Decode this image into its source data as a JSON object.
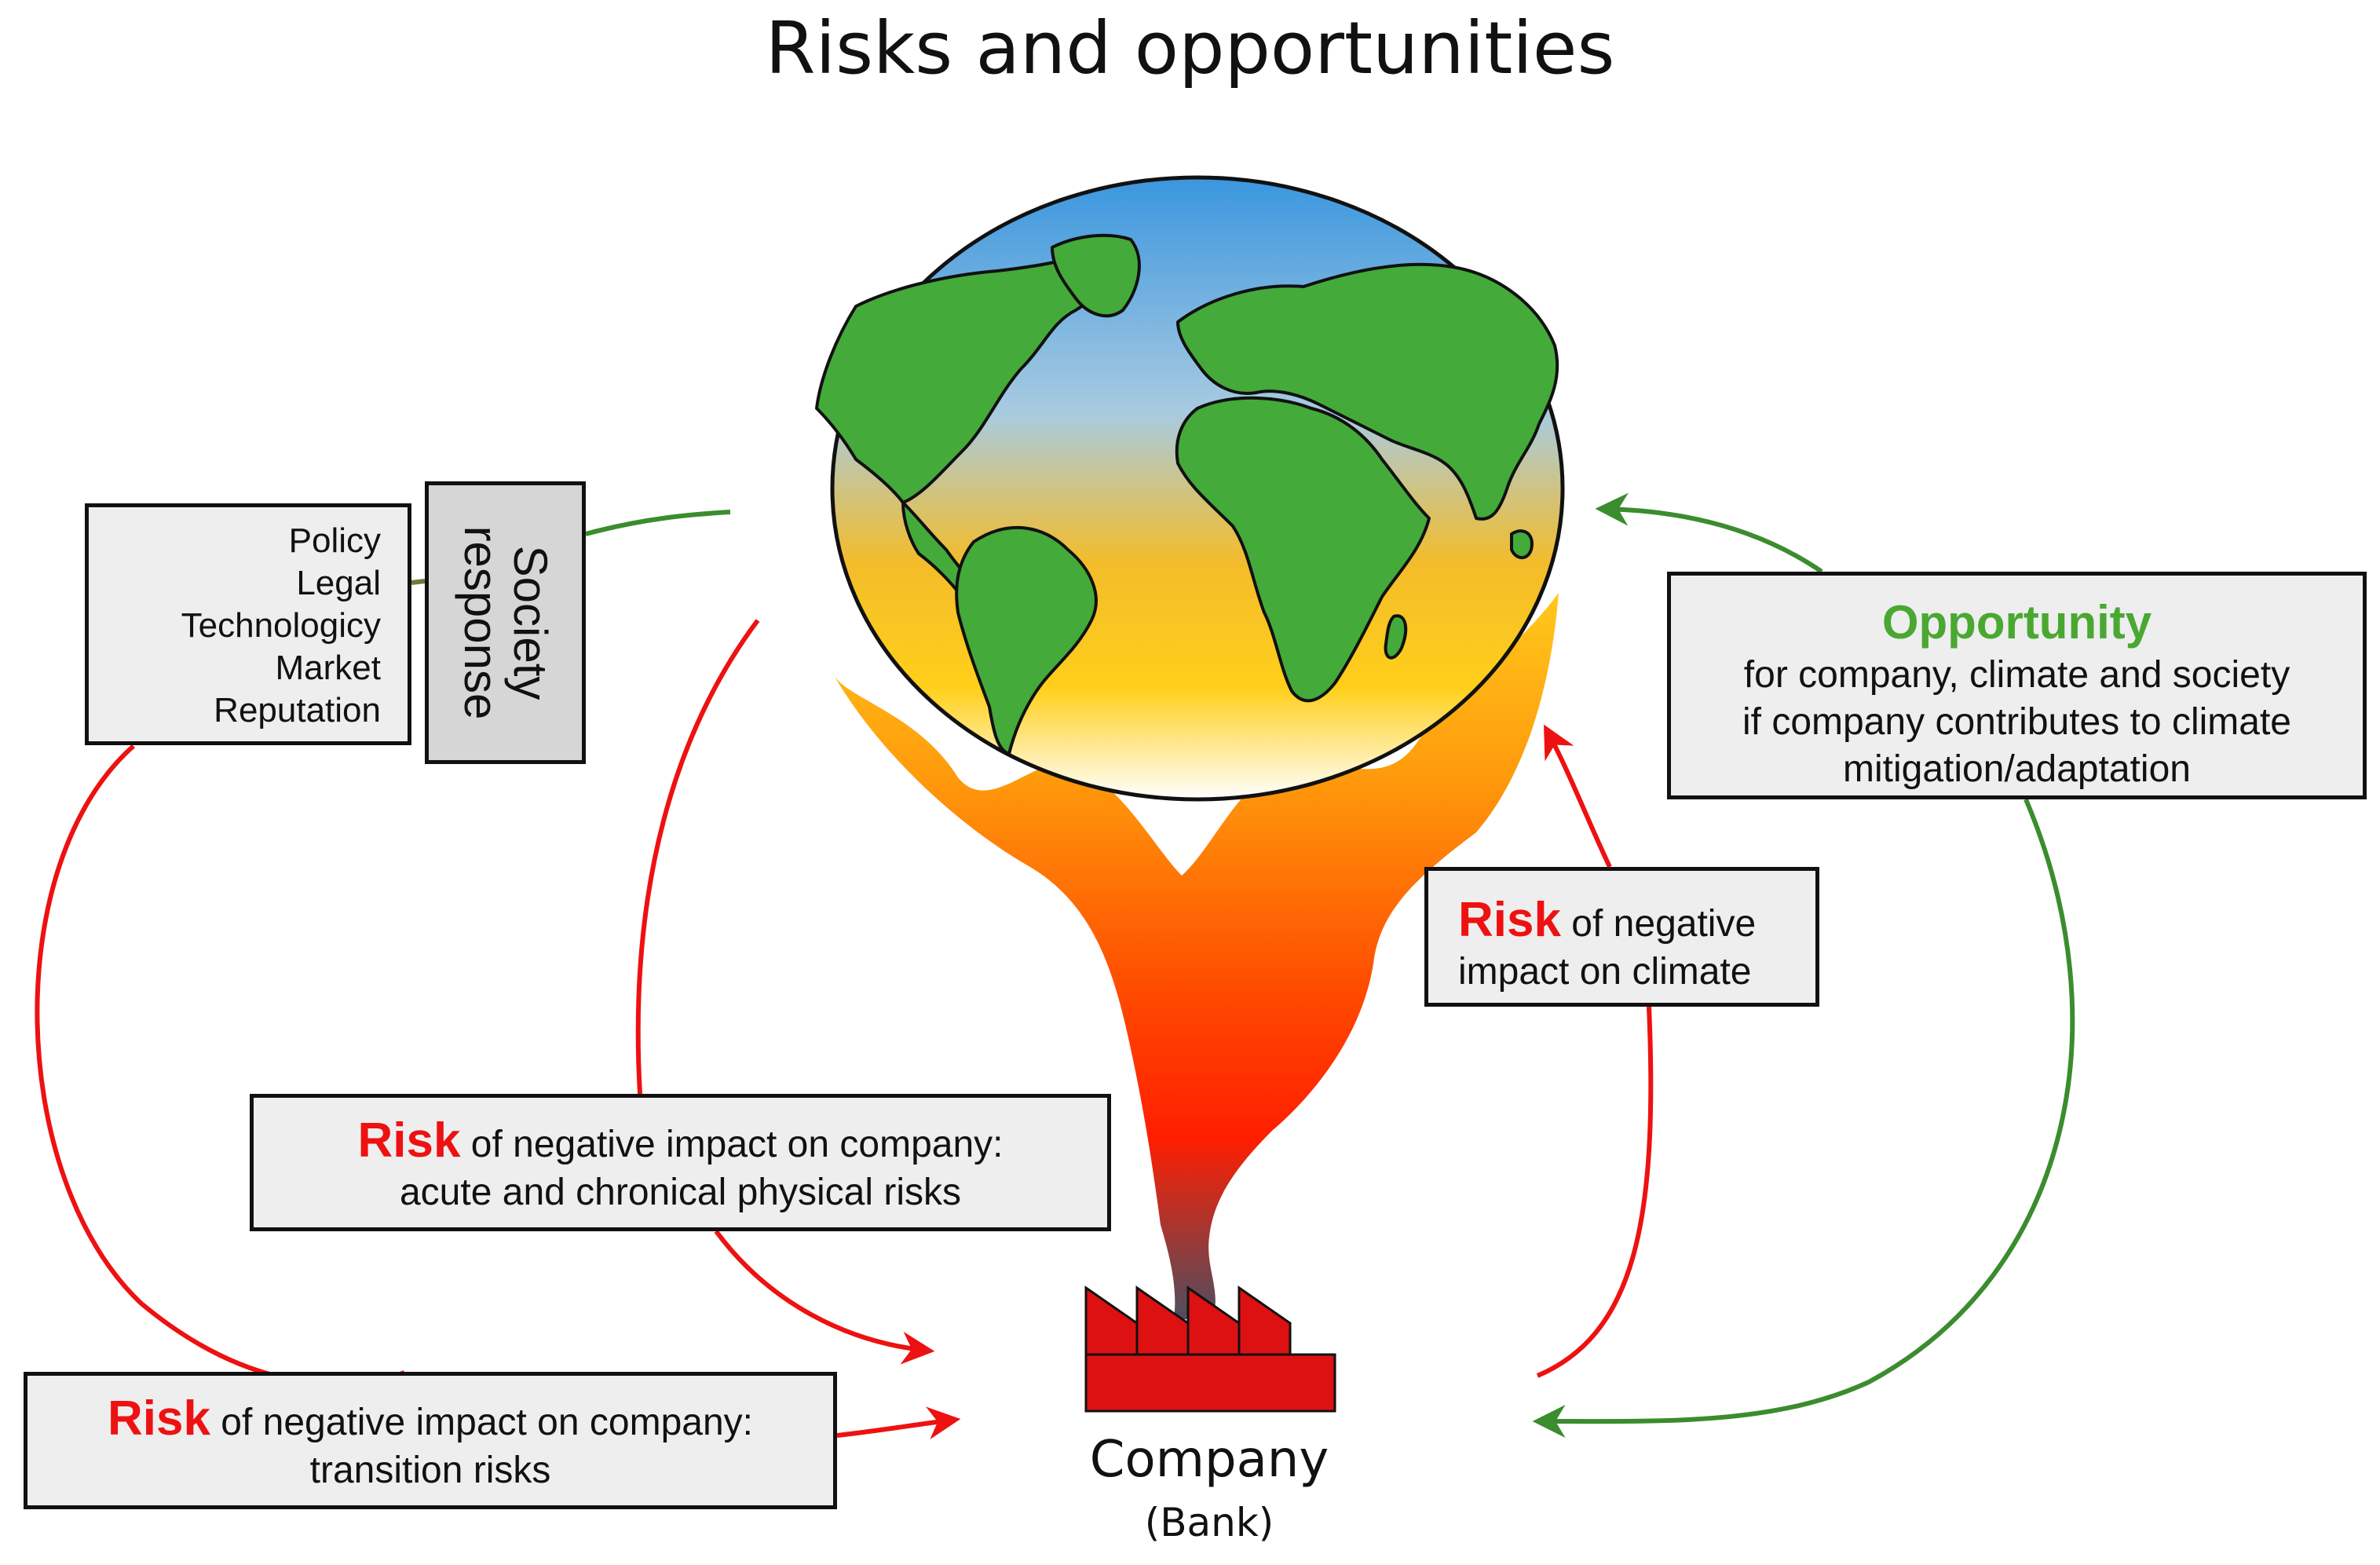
{
  "title": "Risks and opportunities",
  "factors": [
    "Policy",
    "Legal",
    "Technologicy",
    "Market",
    "Reputation"
  ],
  "society_label": "Society response",
  "opportunity": {
    "heading": "Opportunity",
    "line1": "for company, climate and society",
    "line2": "if company contributes to climate",
    "line3": "mitigation/adaptation"
  },
  "risk_climate": {
    "keyword": "Risk",
    "text1": " of negative",
    "text2": "impact on climate"
  },
  "risk_physical": {
    "keyword": "Risk",
    "text1": " of negative impact on company:",
    "text2": "acute and chronical physical risks"
  },
  "risk_transition": {
    "keyword": "Risk",
    "text1": " of negative impact on company:",
    "text2": "transition risks"
  },
  "company": "Company",
  "bank": "(Bank)",
  "colors": {
    "risk": "#ee1111",
    "opportunity": "#4aa832",
    "ocean_top": "#3a96df",
    "land": "#44aa3a",
    "flame_bottom": "#ff1e00",
    "factory": "#dd1111"
  }
}
